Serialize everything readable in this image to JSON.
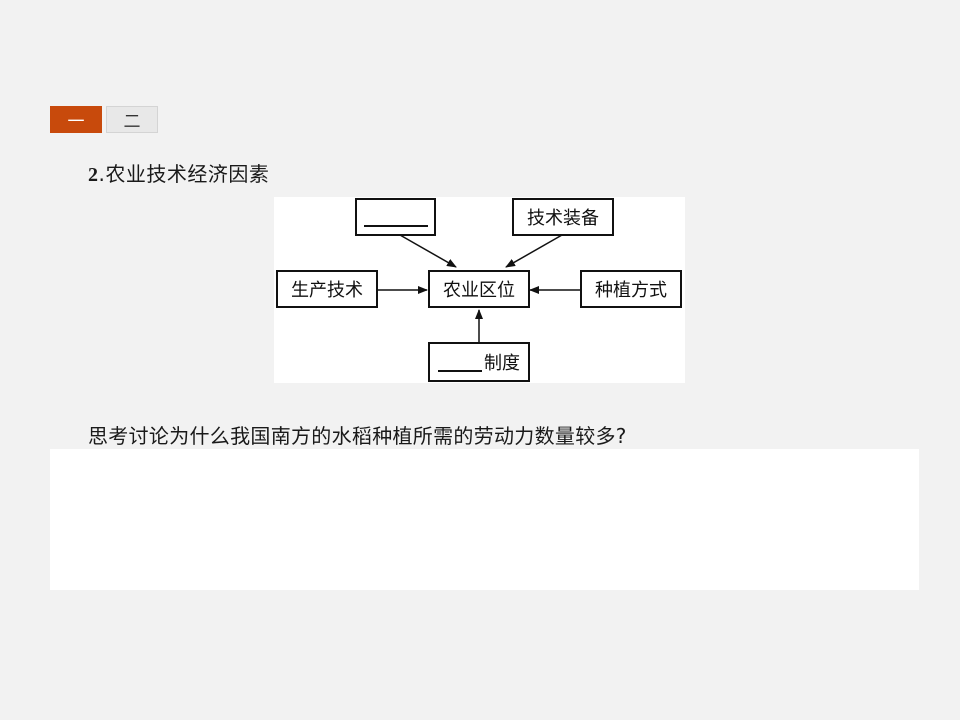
{
  "tabs": [
    {
      "label": "一",
      "active": true
    },
    {
      "label": "二",
      "active": false
    }
  ],
  "section": {
    "number": "2",
    "title": ".农业技术经济因素"
  },
  "diagram": {
    "center": "农业区位",
    "left": "生产技术",
    "right": "种植方式",
    "top_right": "技术装备",
    "top_left": "",
    "bottom_suffix": "制度"
  },
  "question": "思考讨论为什么我国南方的水稻种植所需的劳动力数量较多?",
  "colors": {
    "active_tab": "#c84a0c",
    "background": "#f2f2f2"
  }
}
